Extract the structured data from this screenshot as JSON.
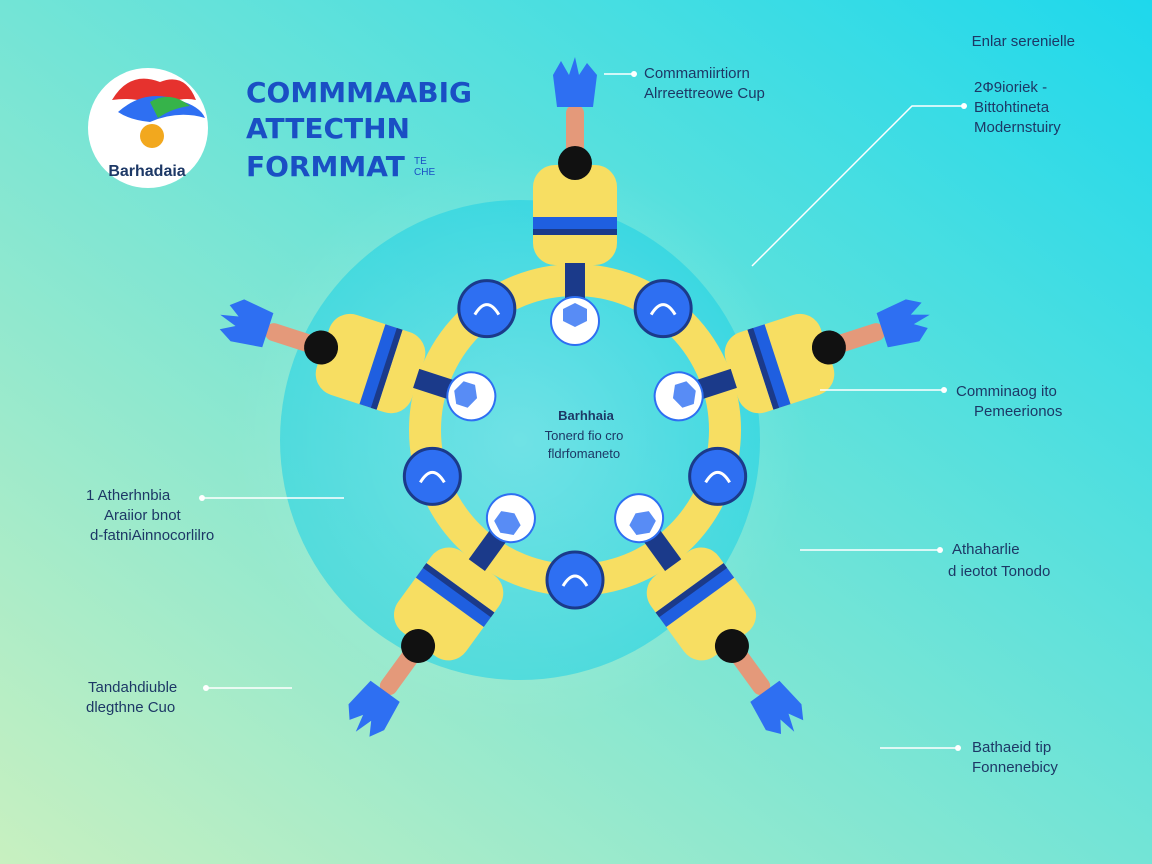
{
  "colors": {
    "background_start": "#c8f0c0",
    "background_end": "#1ed8ec",
    "jersey": "#f7de62",
    "jersey_stripe": "#1f5fe0",
    "jersey_stripe_dark": "#1b3a8a",
    "glove": "#2e6ff2",
    "skin": "#e4997a",
    "hair": "#111111",
    "ball": "#ffffff",
    "ball_pattern": "#2e6ff2",
    "title_blue": "#1a4fc4",
    "text_dark": "#1d3866"
  },
  "logo": {
    "wordmark": "Barhadaia"
  },
  "title": {
    "line1": "COMMMAABIG",
    "line2": "ATTECTHN",
    "line3": "FORMMAT",
    "line3_suffix": "ТЕ\nСНЕ"
  },
  "top_right_label": "Enlar serenielle",
  "callouts": [
    {
      "id": "top-center",
      "line1": "Commamiirtiorn",
      "line2": "Alrreettreowe Cup"
    },
    {
      "id": "upper-right",
      "line1": "2Ф9ioriek  -",
      "line2": "Bittohtineta",
      "line3": "Modernstuiry"
    },
    {
      "id": "right-middle",
      "line1": "Comminaog ito",
      "line2": "Pemeerionos"
    },
    {
      "id": "left-middle",
      "line1": "1  Atherhnbia",
      "line2": "Araiior bnot",
      "line3": "d-fatniAinnocorlilro"
    },
    {
      "id": "right-lower",
      "line1": "Athaharlie",
      "line2": "d ieotot Tonodo"
    },
    {
      "id": "left-lower",
      "line1": "Tandahdiuble",
      "line2": "dlegthne Cuo"
    },
    {
      "id": "bottom-right",
      "line1": "Bathaeid tip",
      "line2": "Fonnenebicy"
    }
  ],
  "center": {
    "line1": "Barhhaia",
    "line2": "Tonerd fio cro",
    "line3": "fldrfomaneto"
  },
  "players": [
    {
      "id": "top",
      "angle": -90
    },
    {
      "id": "right",
      "angle": -18
    },
    {
      "id": "bottom-right",
      "angle": 54
    },
    {
      "id": "bottom-left",
      "angle": 126
    },
    {
      "id": "left",
      "angle": 198
    }
  ]
}
